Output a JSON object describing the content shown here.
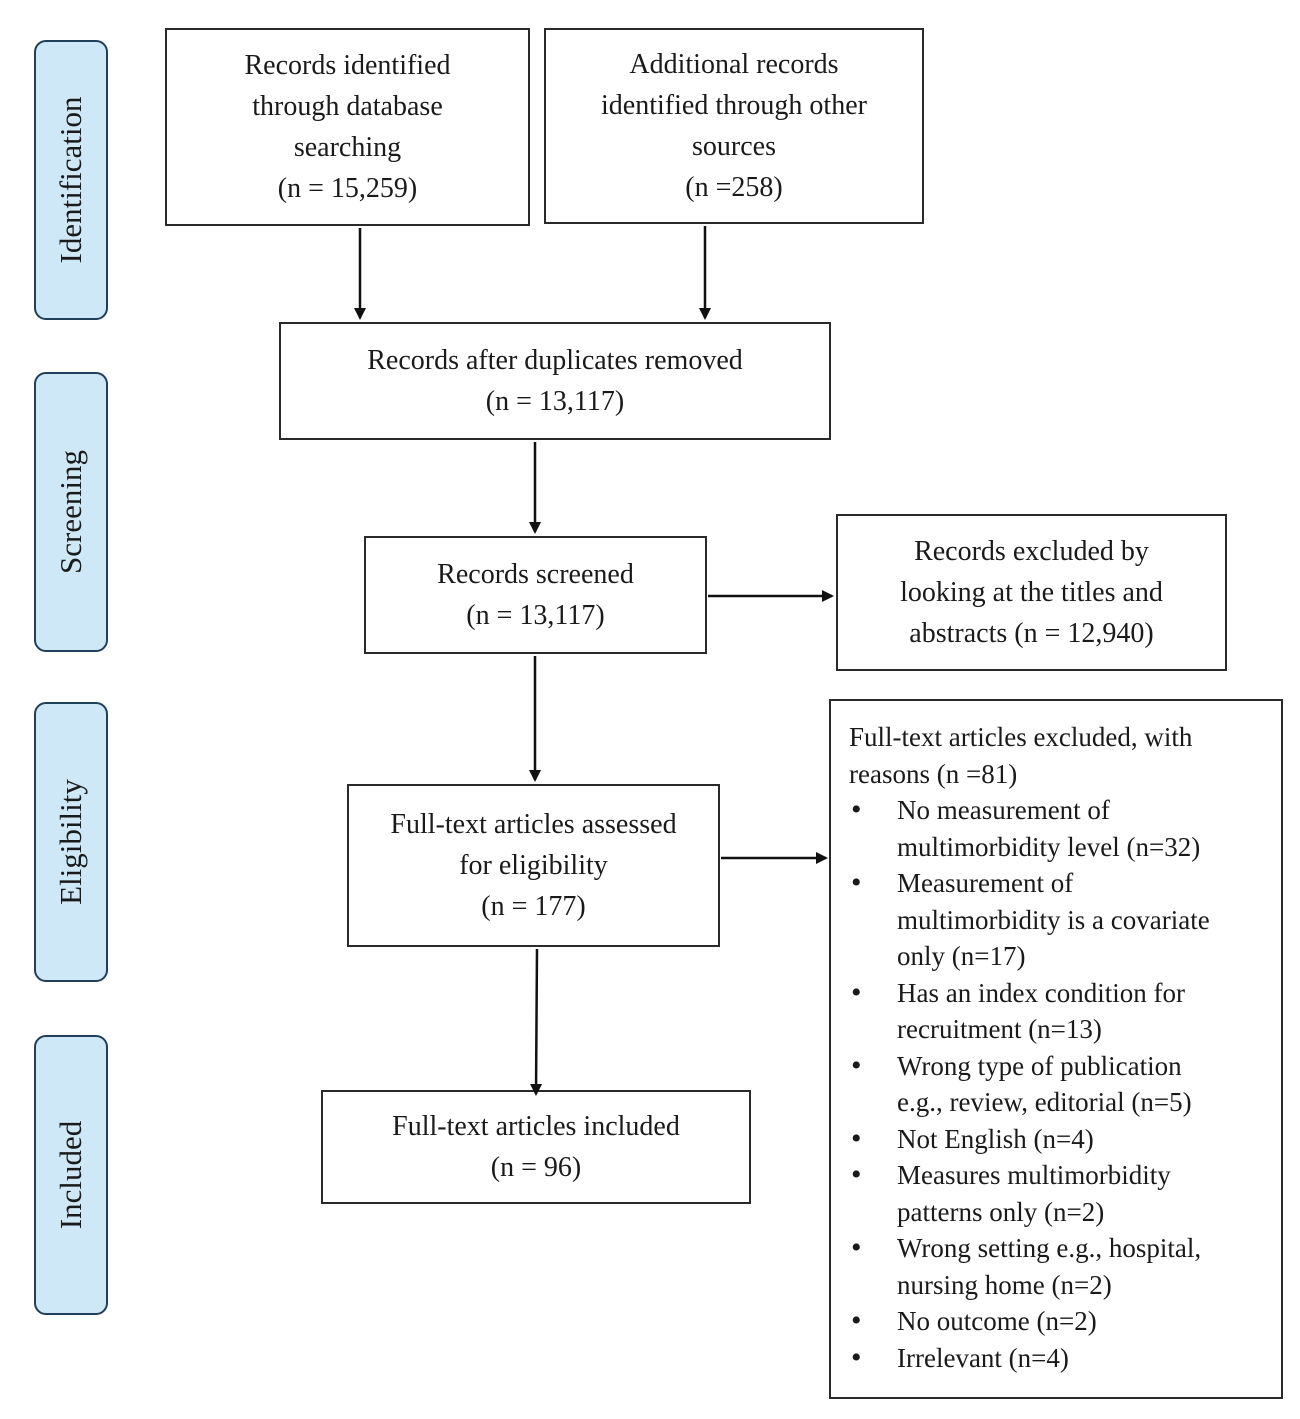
{
  "phases": {
    "identification": "Identification",
    "screening": "Screening",
    "eligibility": "Eligibility",
    "included": "Included"
  },
  "boxes": {
    "db_search": [
      "Records identified",
      "through database",
      "searching",
      "(n = 15,259)"
    ],
    "other_sources": [
      "Additional records",
      "identified through other",
      "sources",
      "(n =258)"
    ],
    "dedup": [
      "Records after duplicates removed",
      "(n = 13,117)"
    ],
    "screened": [
      "Records screened",
      "(n = 13,117)"
    ],
    "excluded_titles": [
      "Records excluded by",
      "looking at the titles and",
      "abstracts (n = 12,940)"
    ],
    "assessed": [
      "Full-text articles assessed",
      "for eligibility",
      "(n = 177)"
    ],
    "included": [
      "Full-text articles included",
      "(n = 96)"
    ]
  },
  "fulltext_exclusions": {
    "heading": [
      "Full-text articles excluded, with",
      "reasons (n =81)"
    ],
    "reasons": [
      [
        "No measurement of",
        "multimorbidity level (n=32)"
      ],
      [
        "Measurement of",
        "multimorbidity is a covariate",
        "only (n=17)"
      ],
      [
        "Has an index condition for",
        "recruitment (n=13)"
      ],
      [
        "Wrong type of publication",
        "e.g., review, editorial (n=5)"
      ],
      [
        "Not English (n=4)"
      ],
      [
        "Measures multimorbidity",
        "patterns only (n=2)"
      ],
      [
        "Wrong setting e.g., hospital,",
        "nursing home (n=2)"
      ],
      [
        "No outcome (n=2)"
      ],
      [
        "Irrelevant (n=4)"
      ]
    ]
  }
}
